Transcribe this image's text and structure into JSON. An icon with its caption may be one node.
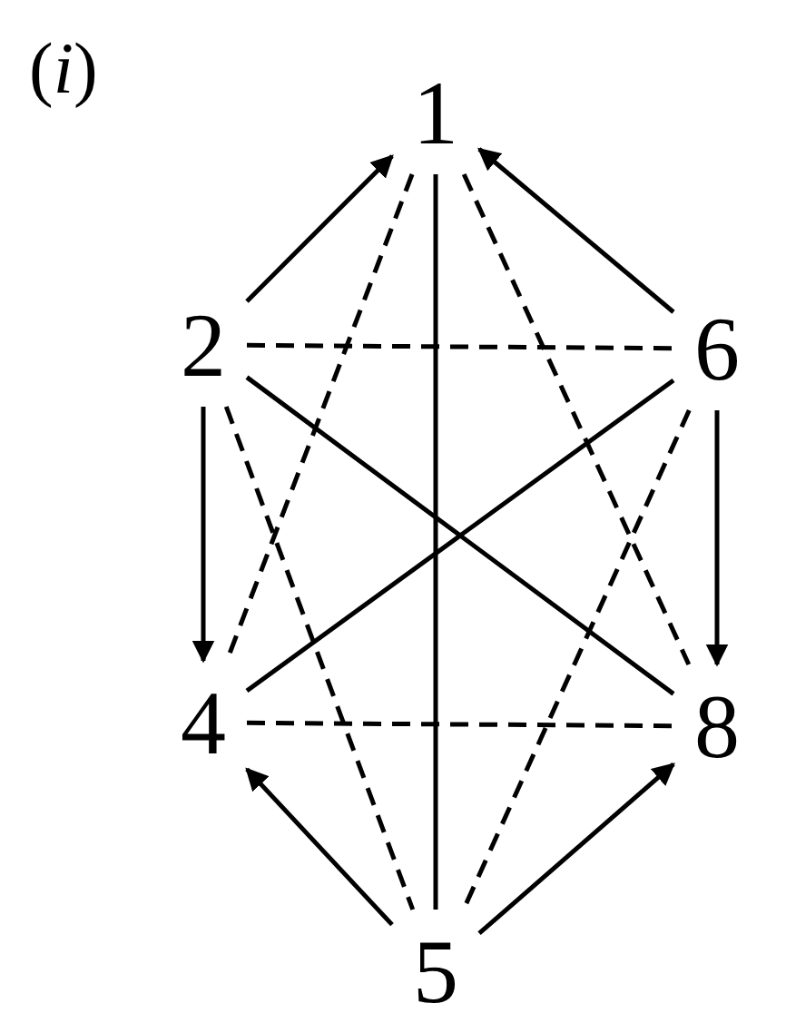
{
  "diagram": {
    "nodes": [
      {
        "text": [
          "1"
        ]
      },
      {
        "text": [
          "2"
        ]
      },
      {
        "text": [
          "6"
        ]
      },
      {
        "text": [
          "4"
        ]
      },
      {
        "text": [
          "8"
        ]
      },
      {
        "text": [
          "5"
        ]
      }
    ],
    "edges": [
      {
        "from": 1,
        "to": 0,
        "arrow": "to"
      },
      {
        "from": 2,
        "to": 0,
        "arrow": "to"
      },
      {
        "from": 1,
        "to": 3,
        "arrow": "to"
      },
      {
        "from": 2,
        "to": 4,
        "arrow": "to"
      },
      {
        "from": 5,
        "to": 3,
        "arrow": "to"
      },
      {
        "from": 5,
        "to": 4,
        "arrow": "to"
      },
      {
        "from": 0,
        "to": 5,
        "arrow": "none"
      },
      {
        "from": 1,
        "to": 4,
        "arrow": "none"
      },
      {
        "from": 2,
        "to": 3,
        "arrow": "none"
      },
      {
        "from": 1,
        "to": 2,
        "arrow": "none",
        "style": "dashed"
      },
      {
        "from": 3,
        "to": 4,
        "arrow": "none",
        "style": "dashed"
      },
      {
        "from": 0,
        "to": 3,
        "arrow": "none",
        "style": "dashed"
      },
      {
        "from": 0,
        "to": 4,
        "arrow": "none",
        "style": "dashed"
      },
      {
        "from": 1,
        "to": 5,
        "arrow": "none",
        "style": "dashed"
      },
      {
        "from": 2,
        "to": 5,
        "arrow": "none",
        "style": "dashed"
      }
    ],
    "labels": [
      "(*i*)"
    ]
  }
}
